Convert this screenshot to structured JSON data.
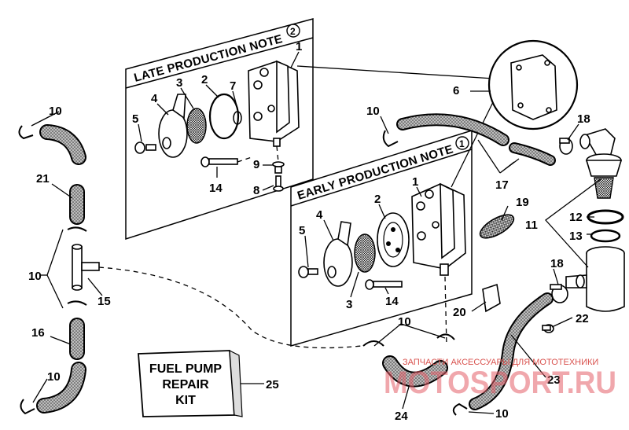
{
  "panels": {
    "late": {
      "title": "LATE PRODUCTION NOTE",
      "note": "2"
    },
    "early": {
      "title": "EARLY PRODUCTION NOTE",
      "note": "1"
    }
  },
  "kit": {
    "line1": "FUEL PUMP",
    "line2": "REPAIR",
    "line3": "KIT"
  },
  "callouts": {
    "late_1": "1",
    "late_2": "2",
    "late_3": "3",
    "late_4": "4",
    "late_5": "5",
    "late_7": "7",
    "late_8": "8",
    "late_9": "9",
    "late_14": "14",
    "early_1": "1",
    "early_2": "2",
    "early_3": "3",
    "early_4": "4",
    "early_5": "5",
    "early_14": "14",
    "c6": "6",
    "c10_tl": "10",
    "c10_tc": "10",
    "c10_ml": "10",
    "c10_bl": "10",
    "c10_bc": "10",
    "c10_br": "10",
    "c11": "11",
    "c12": "12",
    "c13": "13",
    "c15": "15",
    "c16": "16",
    "c17": "17",
    "c18_top": "18",
    "c18_mid": "18",
    "c19": "19",
    "c20": "20",
    "c21": "21",
    "c22": "22",
    "c23": "23",
    "c24": "24",
    "c25": "25"
  },
  "watermark": {
    "caption": "ЗАПЧАСТИ АКСЕССУАРЫ ДЛЯ МОТОТЕХНИКИ",
    "brand": "MOTOSPORT.RU"
  },
  "colors": {
    "ink": "#000000",
    "paper": "#ffffff",
    "hose_fill": "#8a8a8a",
    "watermark": "#e4606a"
  }
}
